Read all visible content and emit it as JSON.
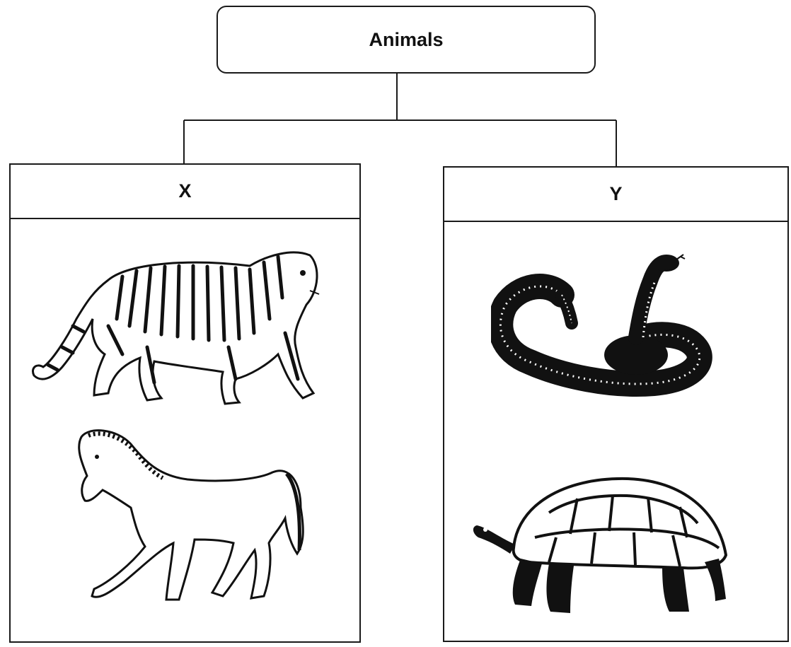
{
  "root": {
    "label": "Animals"
  },
  "groups": [
    {
      "label": "X",
      "animals": [
        "tiger-icon",
        "horse-icon"
      ]
    },
    {
      "label": "Y",
      "animals": [
        "snake-icon",
        "tortoise-icon"
      ]
    }
  ],
  "colors": {
    "ink": "#1a1a1a",
    "background": "#ffffff"
  }
}
